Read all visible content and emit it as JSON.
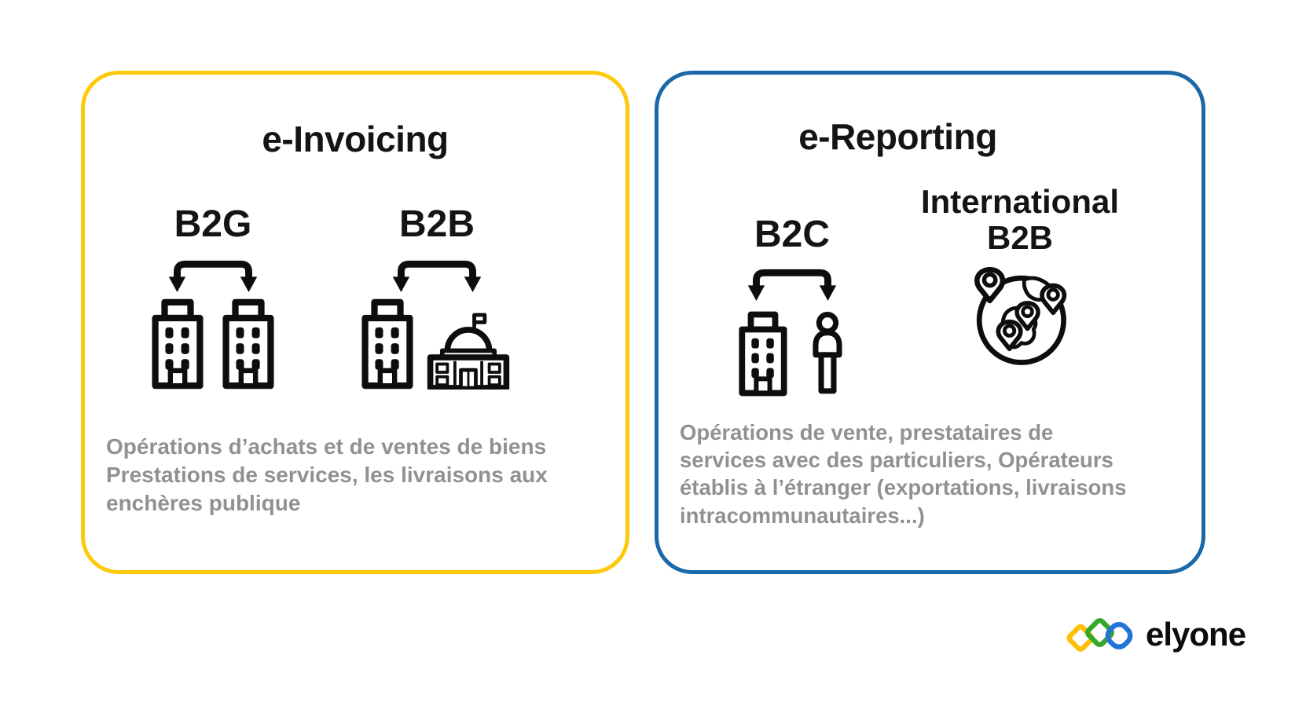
{
  "palette": {
    "background": "#FFFFFF",
    "invoicing_accent": "#FFC90B",
    "reporting_accent": "#1A68A8",
    "muted_text": "#919191",
    "icon_color": "#0D0D0D",
    "title_color": "#141414"
  },
  "cards": [
    {
      "title": "e-Invoicing",
      "accent_color": "#FFC90B",
      "groups": [
        {
          "label": "B2G",
          "arrow": "split-arrow",
          "icons": [
            "building-icon",
            "building-icon"
          ]
        },
        {
          "label": "B2B",
          "arrow": "split-arrow",
          "icons": [
            "building-icon",
            "government-building-icon"
          ]
        }
      ],
      "description": "Opérations d’achats et de ventes de biens\nPrestations de services, les livraisons aux\nenchères publique"
    },
    {
      "title": "e-Reporting",
      "accent_color": "#1A68A8",
      "groups": [
        {
          "label": "B2C",
          "arrow": "split-arrow",
          "icons": [
            "building-icon",
            "person-icon"
          ]
        },
        {
          "label": "International\nB2B",
          "arrow": null,
          "icons": [
            "globe-pins-icon"
          ]
        }
      ],
      "description": "Opérations de vente, prestataires de\nservices avec des particuliers, Opérateurs\nétablis à l’étranger (exportations, livraisons\nintracommunautaires...)"
    }
  ],
  "logo": {
    "text": "elyone",
    "mark_colors": {
      "yellow": "#FFC107",
      "green": "#35A829",
      "blue": "#2273D8"
    }
  }
}
